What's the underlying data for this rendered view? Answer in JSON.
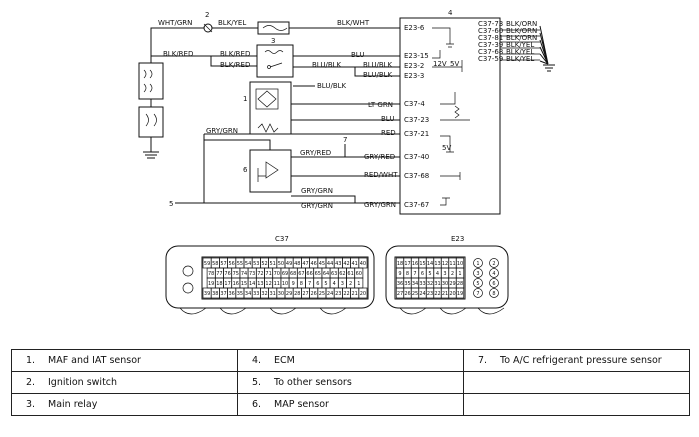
{
  "wires": {
    "wht_grn": "WHT/GRN",
    "blk_yel": "BLK/YEL",
    "blk_wht": "BLK/WHT",
    "blk_red_1": "BLK/RED",
    "blk_red_2": "BLK/RED",
    "blk_red_3": "BLK/RED",
    "blu_1": "BLU",
    "blu_blk_1": "BLU/BLK",
    "blu_blk_2": "BLU/BLK",
    "blu_blk_3": "BLU/BLK",
    "lt_grn": "LT GRN",
    "blu_2": "BLU",
    "gry_grn_1": "GRY/GRN",
    "red": "RED",
    "gry_red_1": "GRY/RED",
    "gry_red_2": "GRY/RED",
    "red_wht": "RED/WHT",
    "gry_grn_2": "GRY/GRN",
    "gry_grn_3": "GRY/GRN",
    "gry_grn_4": "GRY/GRN",
    "ground_right": [
      "BLK/ORN",
      "BLK/ORN",
      "BLK/ORN",
      "BLK/YEL",
      "BLK/YEL",
      "BLK/YEL"
    ]
  },
  "terminals": {
    "e23_6": "E23-6",
    "e23_15": "E23-15",
    "e23_2": "E23-2",
    "e23_3": "E23-3",
    "c37_4": "C37-4",
    "c37_23": "C37-23",
    "c37_21": "C37-21",
    "c37_40": "C37-40",
    "c37_68": "C37-68",
    "c37_67": "C37-67",
    "right": [
      "C37-73",
      "C37-60",
      "C37-81",
      "C37-39",
      "C37-68",
      "C37-59"
    ]
  },
  "ecm_labels": {
    "volt_12": "12V",
    "volt_5a": "5V",
    "volt_5b": "5V"
  },
  "callouts": {
    "c1": "1",
    "c2": "2",
    "c3": "3",
    "c4": "4",
    "c5": "5",
    "c6": "6",
    "c7": "7"
  },
  "connectors": {
    "c37": {
      "title": "C37",
      "row1": [
        "59",
        "58",
        "57",
        "56",
        "55",
        "54",
        "53",
        "52",
        "51",
        "50",
        "49",
        "48",
        "47",
        "46",
        "45",
        "44",
        "43",
        "42",
        "41",
        "40"
      ],
      "row2": [
        "78",
        "77",
        "76",
        "75",
        "74",
        "73",
        "72",
        "71",
        "70",
        "69",
        "68",
        "67",
        "66",
        "65",
        "64",
        "63",
        "62",
        "61",
        "60"
      ],
      "row3": [
        "19",
        "18",
        "17",
        "16",
        "15",
        "14",
        "13",
        "12",
        "11",
        "10",
        "9",
        "8",
        "7",
        "6",
        "5",
        "4",
        "3",
        "2",
        "1"
      ],
      "row4": [
        "39",
        "38",
        "37",
        "36",
        "35",
        "34",
        "33",
        "32",
        "31",
        "30",
        "29",
        "28",
        "27",
        "26",
        "25",
        "24",
        "23",
        "22",
        "21",
        "20"
      ]
    },
    "e23": {
      "title": "E23",
      "row1": [
        "18",
        "17",
        "16",
        "15",
        "14",
        "13",
        "12",
        "11",
        "10"
      ],
      "row2": [
        "9",
        "8",
        "7",
        "6",
        "5",
        "4",
        "3",
        "2",
        "1"
      ],
      "row3": [
        "36",
        "35",
        "34",
        "33",
        "32",
        "31",
        "30",
        "29",
        "28"
      ],
      "row4": [
        "27",
        "26",
        "25",
        "24",
        "23",
        "22",
        "21",
        "20",
        "19"
      ],
      "pins": [
        "1",
        "2",
        "3",
        "4",
        "5",
        "6",
        "7",
        "8"
      ]
    }
  },
  "legend": [
    [
      {
        "num": "1.",
        "text": "MAF and IAT sensor"
      },
      {
        "num": "4.",
        "text": "ECM"
      },
      {
        "num": "7.",
        "text": "To A/C refrigerant pressure sensor"
      }
    ],
    [
      {
        "num": "2.",
        "text": "Ignition switch"
      },
      {
        "num": "5.",
        "text": "To other sensors"
      },
      {
        "num": "",
        "text": ""
      }
    ],
    [
      {
        "num": "3.",
        "text": "Main relay"
      },
      {
        "num": "6.",
        "text": "MAP sensor"
      },
      {
        "num": "",
        "text": ""
      }
    ]
  ]
}
